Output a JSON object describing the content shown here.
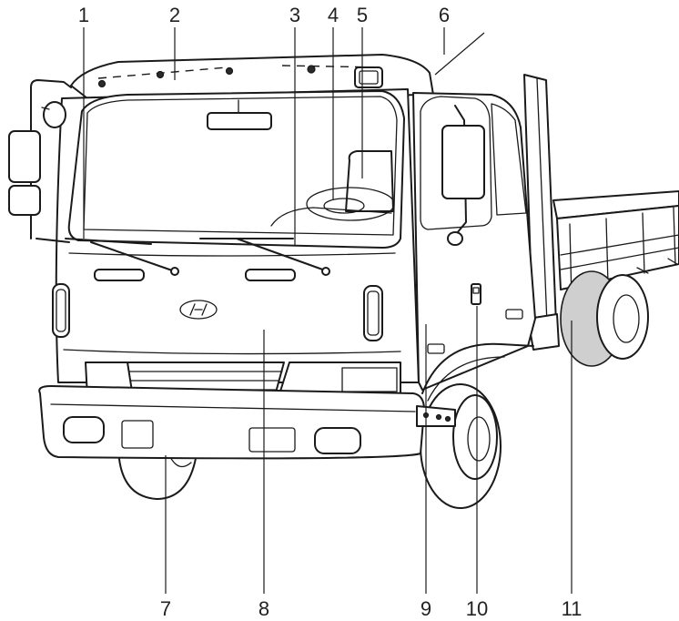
{
  "diagram": {
    "callouts": [
      {
        "id": "1",
        "label": "1"
      },
      {
        "id": "2",
        "label": "2"
      },
      {
        "id": "3",
        "label": "3"
      },
      {
        "id": "4",
        "label": "4"
      },
      {
        "id": "5",
        "label": "5"
      },
      {
        "id": "6",
        "label": "6"
      },
      {
        "id": "7",
        "label": "7"
      },
      {
        "id": "8",
        "label": "8"
      },
      {
        "id": "9",
        "label": "9"
      },
      {
        "id": "10",
        "label": "10"
      },
      {
        "id": "11",
        "label": "11"
      }
    ]
  },
  "colors": {
    "ink": "#1a1a1a",
    "background": "#ffffff",
    "tire_shade": "#cfcfcf"
  },
  "icons": {
    "brand_emblem": "hyundai-logo-icon"
  }
}
